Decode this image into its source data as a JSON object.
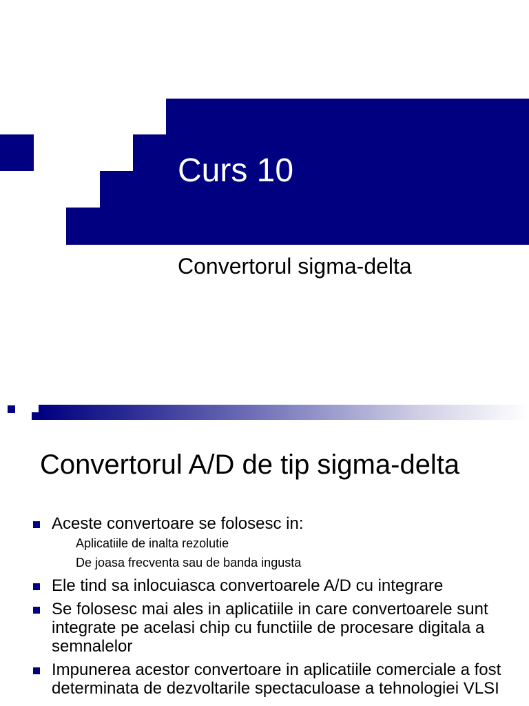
{
  "slide1": {
    "title": "Curs 10",
    "subtitle": "Convertorul sigma-delta"
  },
  "slide2": {
    "title": "Convertorul A/D de tip sigma-delta",
    "bullets": [
      {
        "text": "Aceste convertoare se folosesc in:",
        "sub": [
          "Aplicatiile de inalta rezolutie",
          "De joasa frecventa sau de banda ingusta"
        ]
      },
      {
        "text": "Ele tind sa inlocuiasca convertoarele A/D cu integrare"
      },
      {
        "text": "Se folosesc mai ales in aplicatiile in care convertoarele sunt integrate pe acelasi chip cu functiile de procesare digitala a semnalelor"
      },
      {
        "text": "Impunerea acestor convertoare in aplicatiile comerciale a fost determinata de dezvoltarile spectaculoase a tehnologiei VLSI"
      }
    ]
  },
  "colors": {
    "accent": "#000080",
    "title_on_accent": "#ffffff",
    "text": "#000000",
    "background": "#ffffff"
  }
}
